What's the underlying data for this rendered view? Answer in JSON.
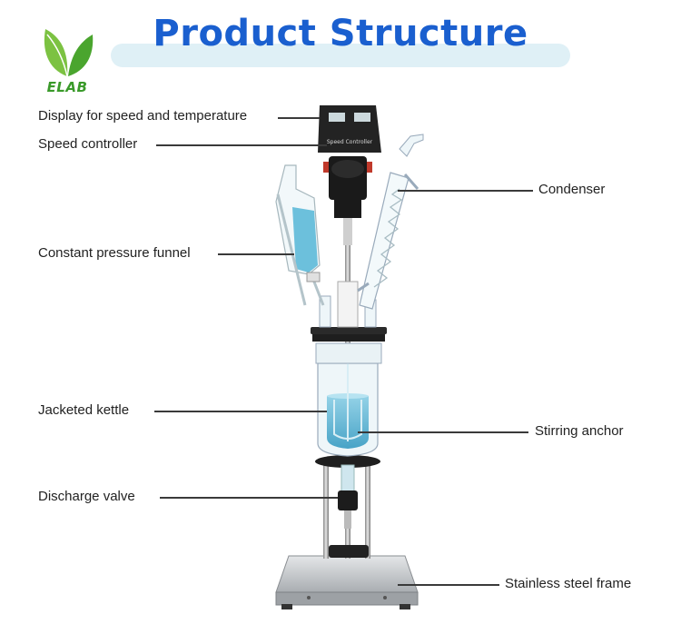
{
  "brand": {
    "logo_text": "ELAB",
    "logo_icon": "leaf-icon"
  },
  "title": "Product Structure",
  "device": {
    "panel_text": "Speed Controller"
  },
  "labels": {
    "display": "Display for speed and temperature",
    "speed_controller": "Speed controller",
    "condenser": "Condenser",
    "funnel": "Constant pressure funnel",
    "kettle": "Jacketed kettle",
    "anchor": "Stirring anchor",
    "valve": "Discharge valve",
    "frame": "Stainless steel frame"
  },
  "colors": {
    "title": "#1a5fcf",
    "title_band": "#dff0f6",
    "liquid": "#5fb8d8",
    "logo_green": "#3a9a2a"
  }
}
